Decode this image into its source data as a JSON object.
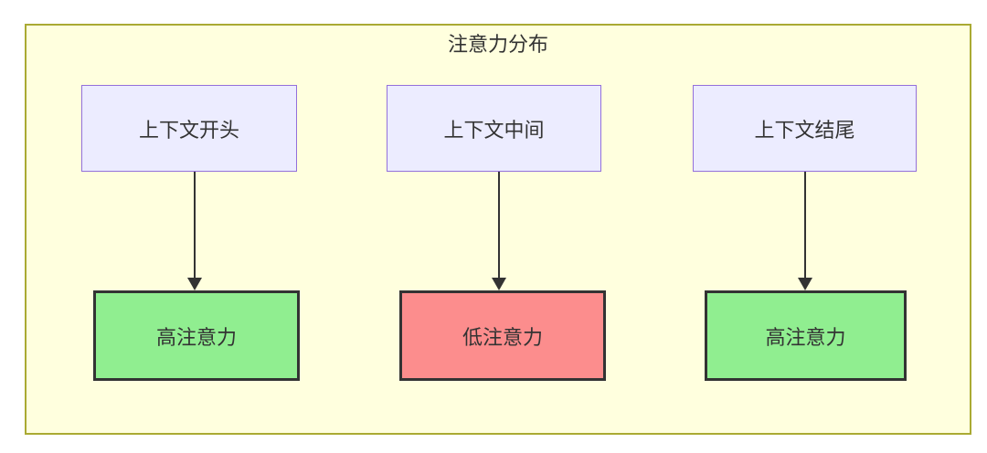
{
  "diagram": {
    "title": "注意力分布",
    "type": "flowchart",
    "columns": [
      {
        "source": "上下文开头",
        "target": "高注意力",
        "attention_level": "high"
      },
      {
        "source": "上下文中间",
        "target": "低注意力",
        "attention_level": "low"
      },
      {
        "source": "上下文结尾",
        "target": "高注意力",
        "attention_level": "high"
      }
    ],
    "colors": {
      "container_fill": "#FFFFDE",
      "container_border": "#AAAA33",
      "source_node_fill": "#ECECFF",
      "source_node_border": "#9370DB",
      "high_attention_fill": "#90EE90",
      "low_attention_fill": "#FC8D8D",
      "target_node_border": "#333333",
      "arrow_color": "#333333",
      "text_color": "#333333",
      "page_background": "#FFFFFF"
    }
  }
}
